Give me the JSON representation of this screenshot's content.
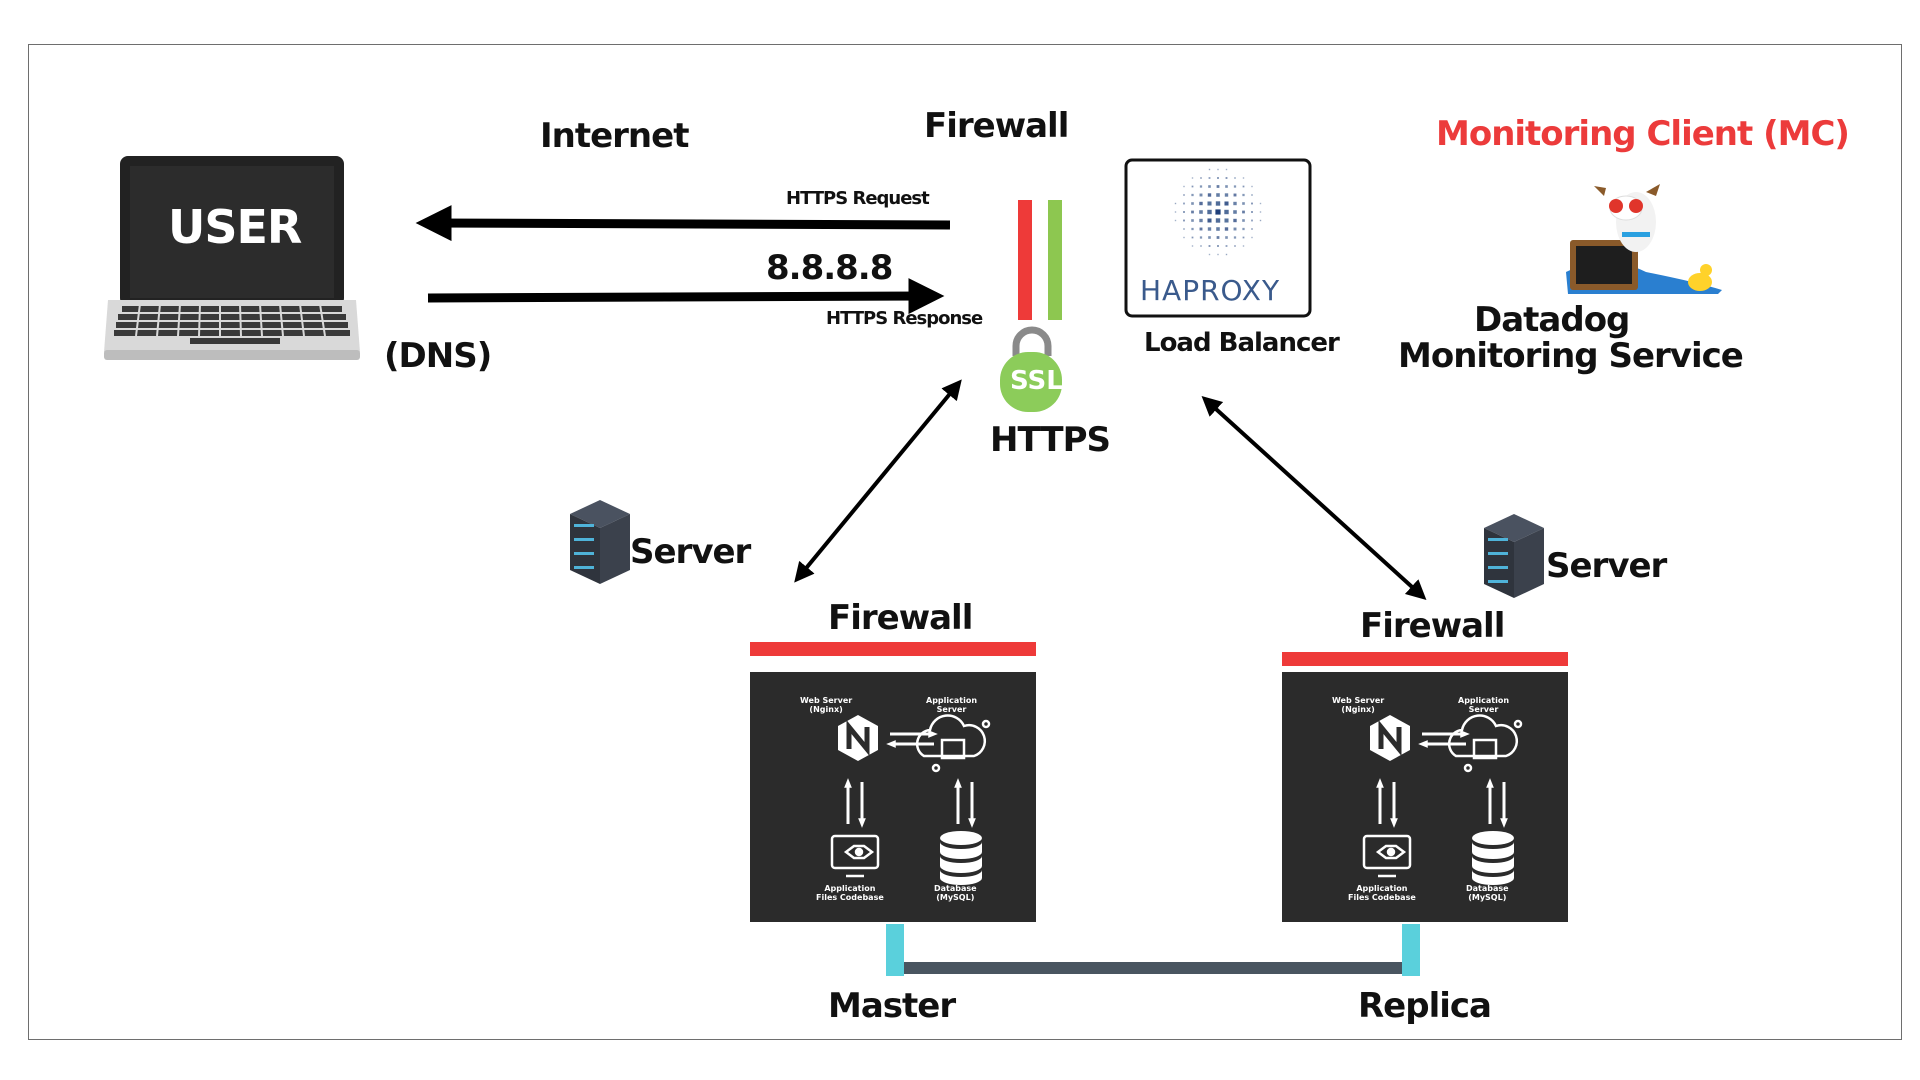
{
  "diagram": {
    "user": {
      "screen_label": "USER"
    },
    "dns": "(DNS)",
    "internet": "Internet",
    "ip_address": "8.8.8.8",
    "https_request": "HTTPS Request",
    "https_response": "HTTPS Response",
    "firewall_top": "Firewall",
    "ssl": "SSL",
    "https": "HTTPS",
    "haproxy": {
      "logo_text": "HAPROXY",
      "caption": "Load Balancer"
    },
    "monitoring": {
      "title": "Monitoring Client (MC)",
      "service_line1": "Datadog",
      "service_line2": "Monitoring Service"
    },
    "left_server": {
      "server_label": "Server",
      "firewall_label": "Firewall",
      "role": "Master",
      "stack": {
        "web_server": "Web Server",
        "web_server_sub": "(Nginx)",
        "app_server": "Application",
        "app_server_sub": "Server",
        "codebase": "Application",
        "codebase_sub": "Files Codebase",
        "database": "Database",
        "database_sub": "(MySQL)"
      }
    },
    "right_server": {
      "server_label": "Server",
      "firewall_label": "Firewall",
      "role": "Replica",
      "stack": {
        "web_server": "Web Server",
        "web_server_sub": "(Nginx)",
        "app_server": "Application",
        "app_server_sub": "Server",
        "codebase": "Application",
        "codebase_sub": "Files Codebase",
        "database": "Database",
        "database_sub": "(MySQL)"
      }
    },
    "colors": {
      "firewall_red": "#ee3a39",
      "firewall_green": "#8dc750",
      "ssl_green": "#8ccc5a",
      "monitoring_red": "#ec3b3b",
      "panel_dark": "#2b2b2b",
      "replication_cyan": "#5ad0dc",
      "haproxy_blue": "#3a5a8c"
    },
    "icons": [
      "laptop-icon",
      "firewall-icon",
      "ssl-lock-icon",
      "haproxy-logo-icon",
      "datadog-mascot-icon",
      "server-rack-icon",
      "nginx-icon",
      "cloud-app-server-icon",
      "codebase-monitor-icon",
      "database-icon"
    ]
  }
}
